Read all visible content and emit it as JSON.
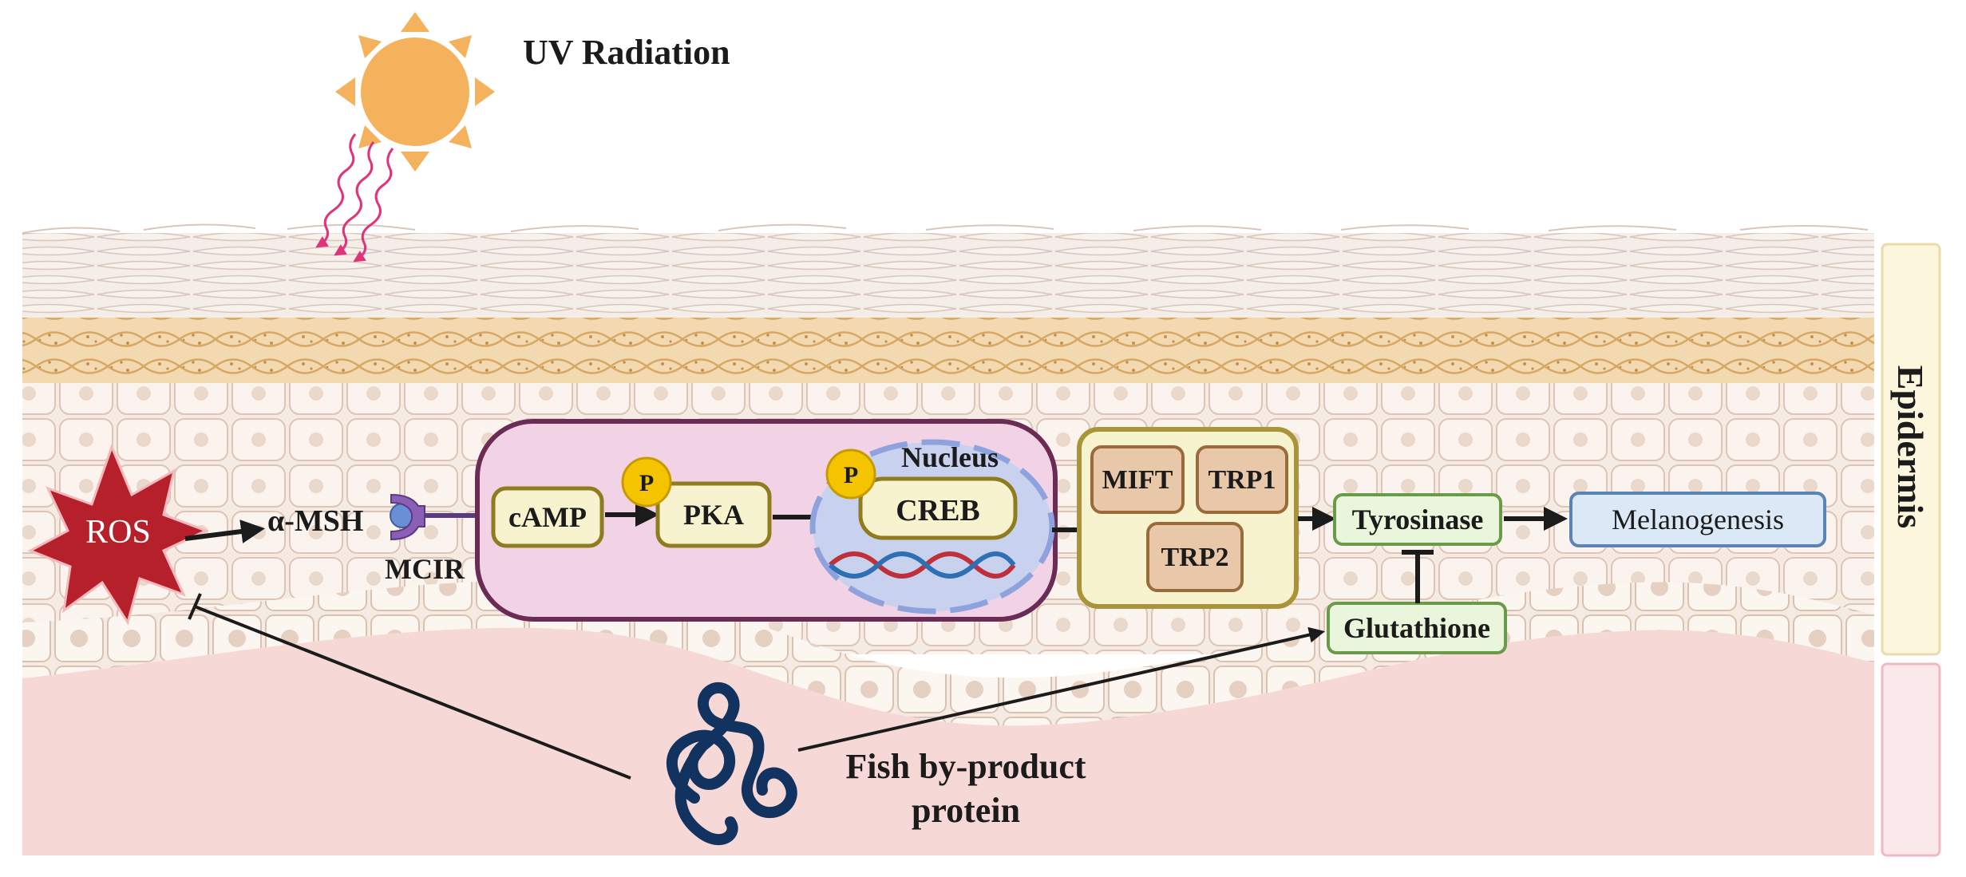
{
  "diagram": {
    "source_label": "UV Radiation",
    "layer_label": "Epidermis",
    "treatment_label": [
      "Fish by-product",
      "protein"
    ],
    "nodes": {
      "ros": "ROS",
      "amsh": "α-MSH",
      "receptor": "MCIR",
      "camp": "cAMP",
      "pka": "PKA",
      "nucleus": "Nucleus",
      "creb": "CREB",
      "phospho": "P",
      "mift": "MIFT",
      "trp1": "TRP1",
      "trp2": "TRP2",
      "tyrosinase": "Tyrosinase",
      "melanogenesis": "Melanogenesis",
      "glutathione": "Glutathione"
    },
    "colors": {
      "sun": "#f4b25c",
      "uv_rays": "#e0337a",
      "ros": "#b5202b",
      "cell_box": "#f2d3e6",
      "cell_box_border": "#6a2b55",
      "pathway_box": "#f8f3cf",
      "pathway_border": "#9a8a2a",
      "nucleus": "#c8d2ee",
      "gene_box": "#e8c8a8",
      "gene_border": "#9a6a3a",
      "tyrosinase_box": "#eaf6dc",
      "tyrosinase_border": "#6a9a4a",
      "melanogenesis_box": "#dbe9f7",
      "melanogenesis_border": "#5a84b8",
      "phospho": "#f5c400",
      "protein": "#12335f",
      "dermis": "#f6d9d6",
      "epidermis_bar": "#fbf6dc",
      "dermis_bar": "#fbe8ea"
    }
  }
}
